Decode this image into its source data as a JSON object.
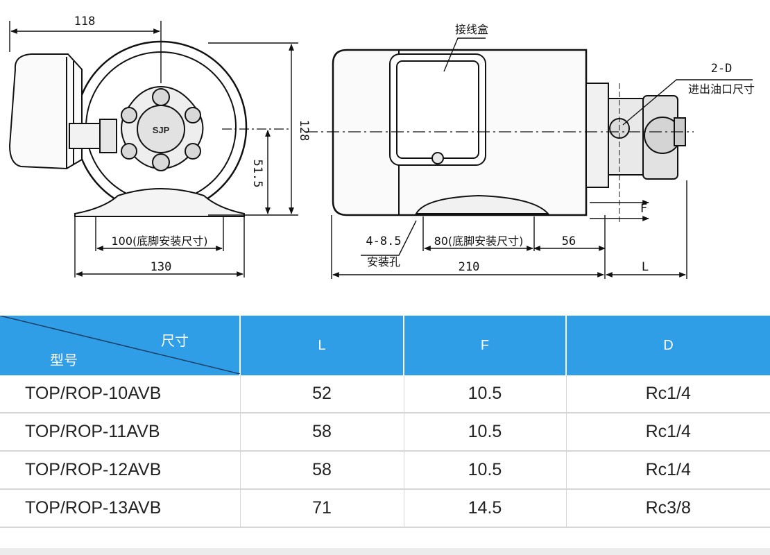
{
  "drawing": {
    "front_view": {
      "dim_width_top": "118",
      "dim_height": "128",
      "dim_center_height": "51.5",
      "dim_foot_mount": "100(底脚安装尺寸)",
      "dim_width_bottom": "130",
      "logo_text": "SJP"
    },
    "side_view": {
      "junction_box": "接线盒",
      "port_count": "2-D",
      "port_label": "进出油口尺寸",
      "dim_f": "F",
      "dim_mount_hole_count": "4-8.5",
      "mount_hole_label": "安装孔",
      "dim_foot_mount": "80(底脚安装尺寸)",
      "dim_56": "56",
      "dim_length": "210",
      "dim_l": "L"
    }
  },
  "table": {
    "header_size": "尺寸",
    "header_model": "型号",
    "columns": [
      "L",
      "F",
      "D"
    ],
    "rows": [
      {
        "model": "TOP/ROP-10AVB",
        "L": "52",
        "F": "10.5",
        "D": "Rc1/4"
      },
      {
        "model": "TOP/ROP-11AVB",
        "L": "58",
        "F": "10.5",
        "D": "Rc1/4"
      },
      {
        "model": "TOP/ROP-12AVB",
        "L": "58",
        "F": "10.5",
        "D": "Rc1/4"
      },
      {
        "model": "TOP/ROP-13AVB",
        "L": "71",
        "F": "14.5",
        "D": "Rc3/8"
      }
    ]
  },
  "colors": {
    "header_bg": "#2f9ee6",
    "line": "#111111",
    "row_border": "#d6d6d6"
  }
}
